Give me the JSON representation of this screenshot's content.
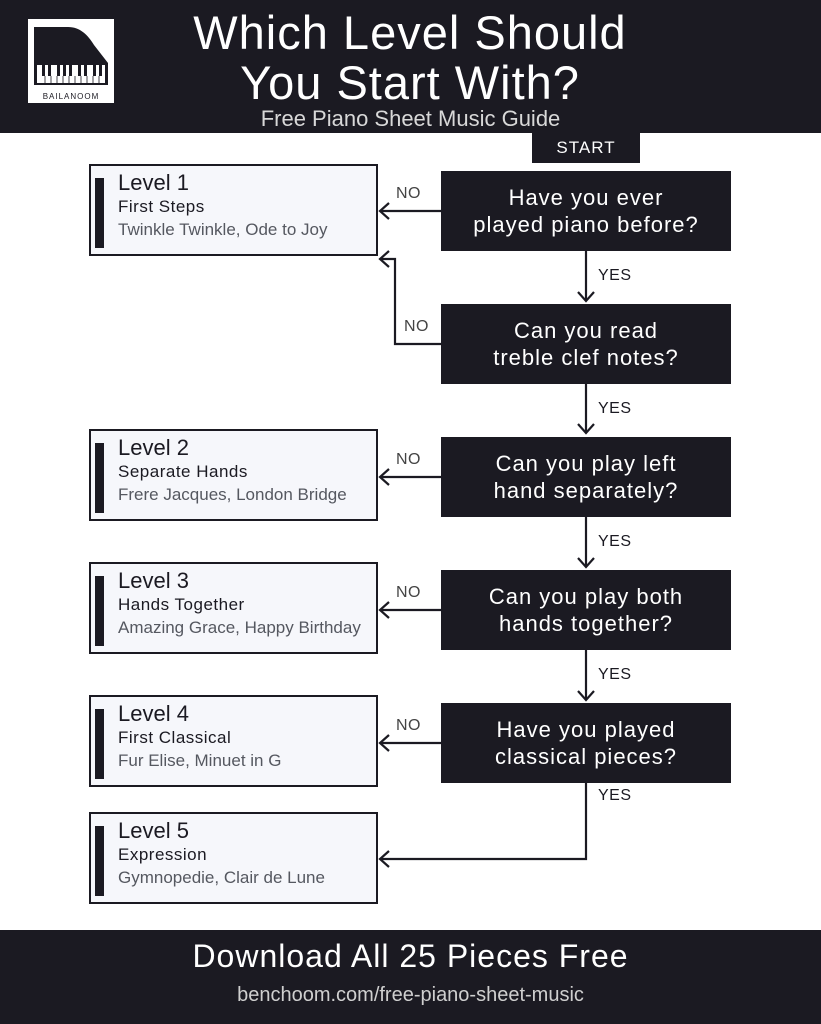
{
  "header": {
    "logo_text": "BAILANOOM",
    "title_line1": "Which Level Should",
    "title_line2": "You Start With?",
    "subtitle": "Free Piano Sheet Music Guide"
  },
  "flow": {
    "start": "START",
    "questions": [
      {
        "line1": "Have you ever",
        "line2": "played piano before?"
      },
      {
        "line1": "Can you read",
        "line2": "treble clef notes?"
      },
      {
        "line1": "Can you play left",
        "line2": "hand separately?"
      },
      {
        "line1": "Can you play both",
        "line2": "hands together?"
      },
      {
        "line1": "Have you played",
        "line2": "classical pieces?"
      }
    ],
    "yes_label": "YES",
    "no_label": "NO",
    "levels": [
      {
        "title": "Level 1",
        "name": "First Steps",
        "songs": "Twinkle Twinkle, Ode to Joy"
      },
      {
        "title": "Level 2",
        "name": "Separate Hands",
        "songs": "Frere Jacques, London Bridge"
      },
      {
        "title": "Level 3",
        "name": "Hands Together",
        "songs": "Amazing Grace, Happy Birthday"
      },
      {
        "title": "Level 4",
        "name": "First Classical",
        "songs": "Fur Elise, Minuet in G"
      },
      {
        "title": "Level 5",
        "name": "Expression",
        "songs": "Gymnopedie, Clair de Lune"
      }
    ]
  },
  "footer": {
    "cta": "Download All 25 Pieces Free",
    "url": "benchoom.com/free-piano-sheet-music"
  },
  "colors": {
    "dark": "#1b1a22",
    "panel": "#f6f7fb"
  }
}
